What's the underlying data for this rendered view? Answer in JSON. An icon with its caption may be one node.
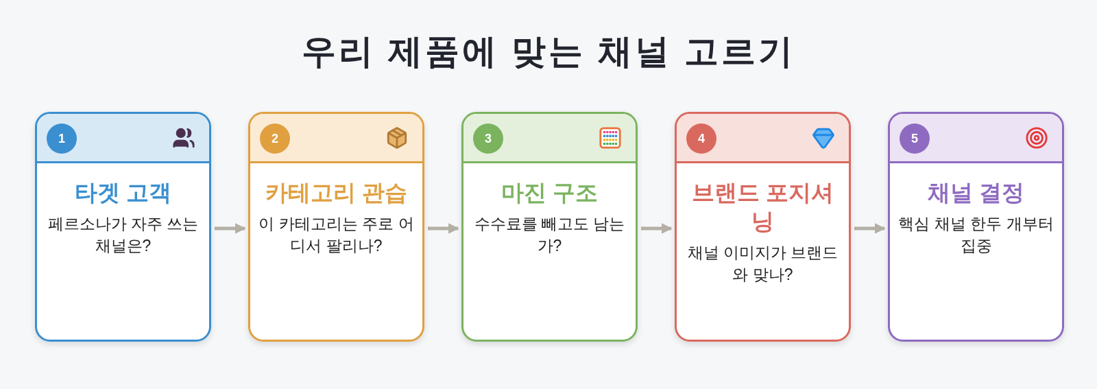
{
  "diagram": {
    "title": "우리 제품에 맞는 채널 고르기",
    "nodes": [
      {
        "text": [
          "1",
          "타겟 고객",
          "페르소나가 자주 쓰는 채널은?"
        ]
      },
      {
        "text": [
          "2",
          "카테고리 관습",
          "이 카테고리는 주로 어디서 팔리나?"
        ]
      },
      {
        "text": [
          "3",
          "마진 구조",
          "수수료를 빼고도 남는가?"
        ]
      },
      {
        "text": [
          "4",
          "브랜드 포지셔닝",
          "채널 이미지가 브랜드와 맞나?"
        ]
      },
      {
        "text": [
          "5",
          "채널 결정",
          "핵심 채널 한두 개부터 집중"
        ]
      }
    ],
    "edges": [
      {
        "from": 0,
        "to": 1,
        "arrow": "to"
      },
      {
        "from": 1,
        "to": 2,
        "arrow": "to"
      },
      {
        "from": 2,
        "to": 3,
        "arrow": "to"
      },
      {
        "from": 3,
        "to": 4,
        "arrow": "to"
      }
    ]
  }
}
